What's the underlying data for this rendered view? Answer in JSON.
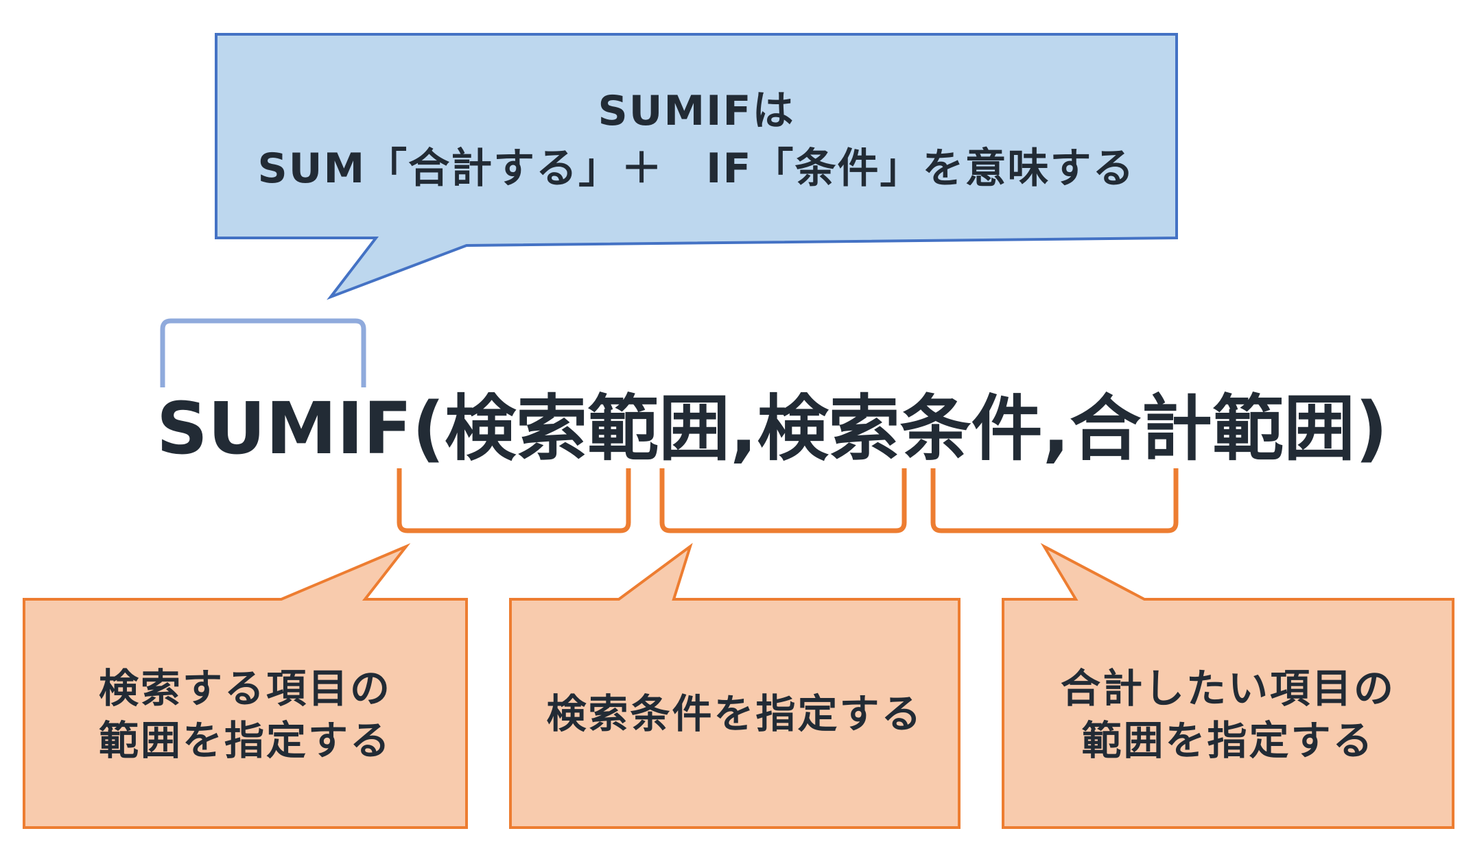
{
  "colors": {
    "blue_fill": "#bdd7ee",
    "blue_stroke": "#4472c4",
    "blue_bracket": "#8faadc",
    "orange_fill": "#f8cbad",
    "orange_stroke": "#ed7d31",
    "text": "#222b35"
  },
  "top_callout": {
    "line1": "SUMIFは",
    "line2": "SUM「合計する」＋　IF「条件」を意味する"
  },
  "formula": {
    "text": "SUMIF(検索範囲,検索条件,合計範囲)"
  },
  "bottom_callouts": [
    {
      "line1": "検索する項目の",
      "line2": "範囲を指定する"
    },
    {
      "line1": "検索条件を指定する"
    },
    {
      "line1": "合計したい項目の",
      "line2": "範囲を指定する"
    }
  ]
}
